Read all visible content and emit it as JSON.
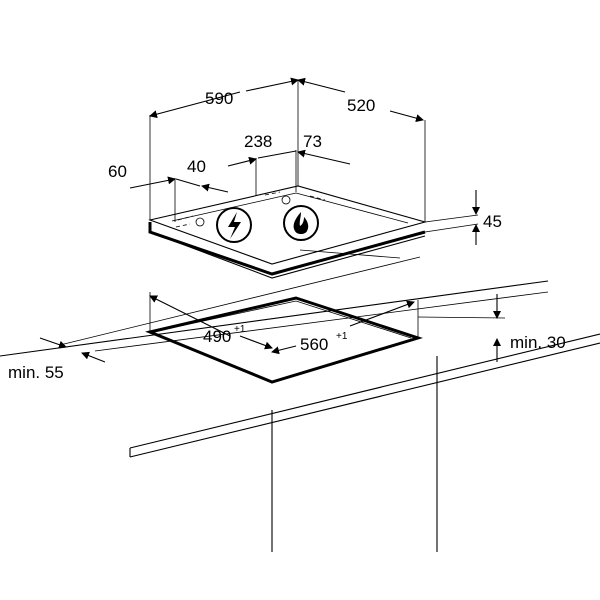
{
  "dimensions": {
    "width_590": "590",
    "depth_520": "520",
    "offset_238": "238",
    "offset_73": "73",
    "offset_60": "60",
    "offset_40": "40",
    "height_45": "45",
    "cutout_490": "490",
    "cutout_490_tol": "+1",
    "cutout_560": "560",
    "cutout_560_tol": "+1",
    "min_55": "min. 55",
    "min_30": "min. 30"
  },
  "icons": {
    "electric": "lightning-icon",
    "gas": "flame-icon"
  }
}
